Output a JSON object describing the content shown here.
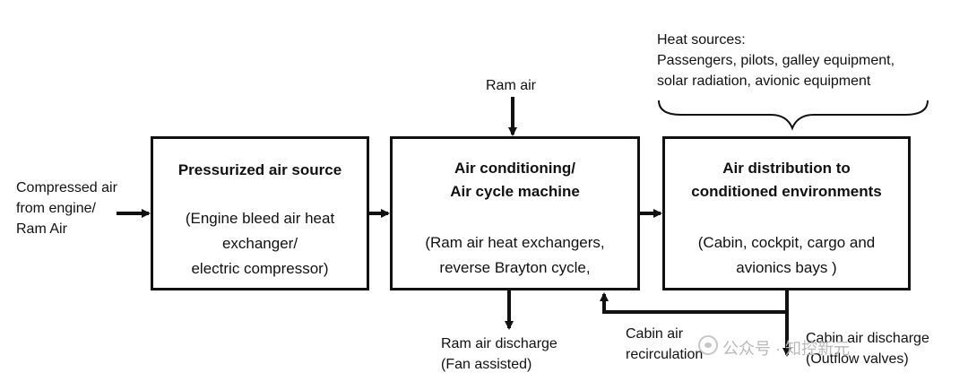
{
  "blocks": {
    "source": {
      "title": "Pressurized air source",
      "body": [
        "(Engine bleed air heat",
        "exchanger/",
        "electric compressor)"
      ]
    },
    "conditioning": {
      "title": [
        "Air conditioning/",
        "Air cycle machine"
      ],
      "body": [
        "(Ram air heat exchangers,",
        "reverse Brayton cycle,"
      ]
    },
    "distribution": {
      "title": [
        "Air distribution to",
        "conditioned environments"
      ],
      "body": [
        "(Cabin, cockpit, cargo and",
        "avionics bays )"
      ]
    }
  },
  "labels": {
    "input": [
      "Compressed air",
      "from engine/",
      "Ram Air"
    ],
    "ram_air": "Ram air",
    "heat_sources": [
      "Heat sources:",
      "Passengers, pilots, galley equipment,",
      "solar radiation, avionic equipment"
    ],
    "ram_discharge": [
      "Ram air discharge",
      "(Fan assisted)"
    ],
    "recirculation": [
      "Cabin air",
      "recirculation"
    ],
    "cabin_discharge": [
      "Cabin air discharge",
      "(Outflow valves)"
    ]
  },
  "watermark": {
    "text": "公众号 · 知控新元"
  },
  "colors": {
    "line": "#111111",
    "watermark": "#b9b9b9"
  }
}
